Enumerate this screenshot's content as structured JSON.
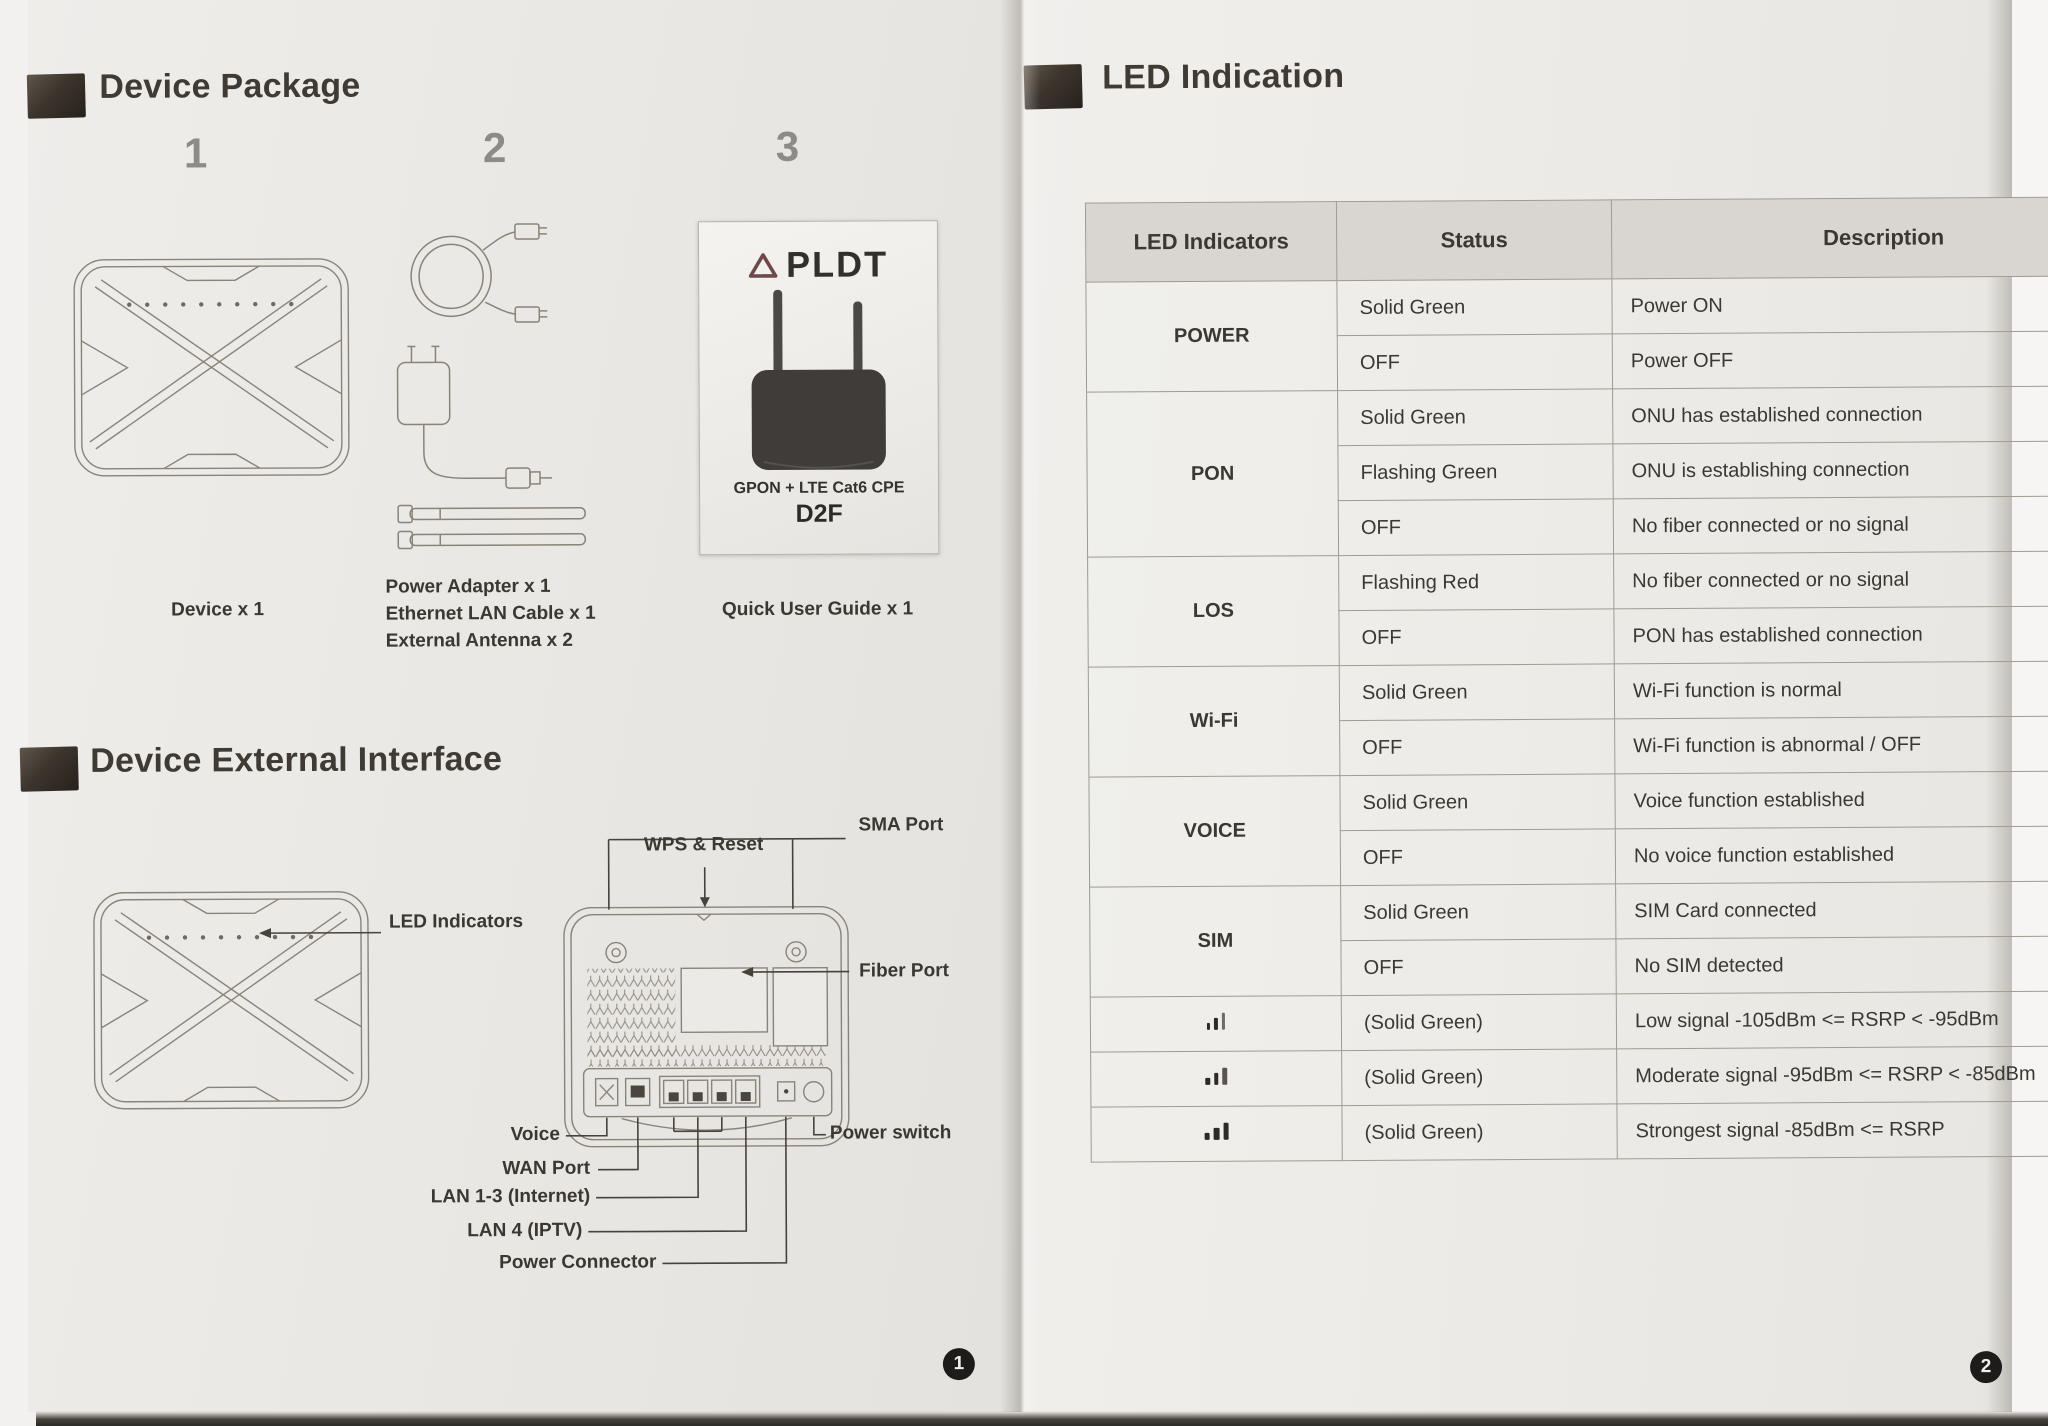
{
  "left_page": {
    "section_device_package": {
      "title": "Device Package"
    },
    "items": [
      {
        "number": "1",
        "captions": [
          "Device x 1"
        ]
      },
      {
        "number": "2",
        "captions": [
          "Power Adapter x 1",
          "Ethernet LAN Cable x 1",
          "External Antenna x 2"
        ]
      },
      {
        "number": "3",
        "captions": [
          "Quick User Guide x 1"
        ]
      }
    ],
    "guide_cover": {
      "brand": "PLDT",
      "product_line": "GPON + LTE Cat6 CPE",
      "model": "D2F"
    },
    "section_external_interface": {
      "title": "Device External Interface",
      "labels": {
        "sma_port": "SMA Port",
        "wps_reset": "WPS & Reset",
        "led_indicators": "LED Indicators",
        "fiber_port": "Fiber Port",
        "voice": "Voice",
        "wan_port": "WAN Port",
        "lan_1_3": "LAN 1-3 (Internet)",
        "lan_4": "LAN 4 (IPTV)",
        "power_connector": "Power Connector",
        "power_switch": "Power switch"
      }
    },
    "page_number": "1"
  },
  "right_page": {
    "section_led_indication": {
      "title": "LED Indication"
    },
    "table": {
      "headers": [
        "LED Indicators",
        "Status",
        "Description"
      ],
      "groups": [
        {
          "indicator": "POWER",
          "rows": [
            [
              "Solid Green",
              "Power ON"
            ],
            [
              "OFF",
              "Power OFF"
            ]
          ]
        },
        {
          "indicator": "PON",
          "rows": [
            [
              "Solid Green",
              "ONU has established connection"
            ],
            [
              "Flashing Green",
              "ONU is establishing connection"
            ],
            [
              "OFF",
              "No fiber connected or no signal"
            ]
          ]
        },
        {
          "indicator": "LOS",
          "rows": [
            [
              "Flashing Red",
              "No fiber connected or no signal"
            ],
            [
              "OFF",
              "PON has established connection"
            ]
          ]
        },
        {
          "indicator": "Wi-Fi",
          "rows": [
            [
              "Solid Green",
              "Wi-Fi function is normal"
            ],
            [
              "OFF",
              "Wi-Fi function is abnormal / OFF"
            ]
          ]
        },
        {
          "indicator": "VOICE",
          "rows": [
            [
              "Solid Green",
              "Voice function established"
            ],
            [
              "OFF",
              "No voice function established"
            ]
          ]
        },
        {
          "indicator": "SIM",
          "rows": [
            [
              "Solid Green",
              "SIM Card connected"
            ],
            [
              "OFF",
              "No SIM detected"
            ]
          ]
        },
        {
          "icon": "signal-bars-low-icon",
          "rows": [
            [
              "(Solid Green)",
              "Low signal -105dBm <= RSRP < -95dBm"
            ]
          ]
        },
        {
          "icon": "signal-bars-moderate-icon",
          "rows": [
            [
              "(Solid Green)",
              "Moderate signal -95dBm <= RSRP < -85dBm"
            ]
          ]
        },
        {
          "icon": "signal-bars-strong-icon",
          "rows": [
            [
              "(Solid Green)",
              "Strongest signal -85dBm <= RSRP"
            ]
          ]
        }
      ]
    },
    "page_number": "2"
  }
}
